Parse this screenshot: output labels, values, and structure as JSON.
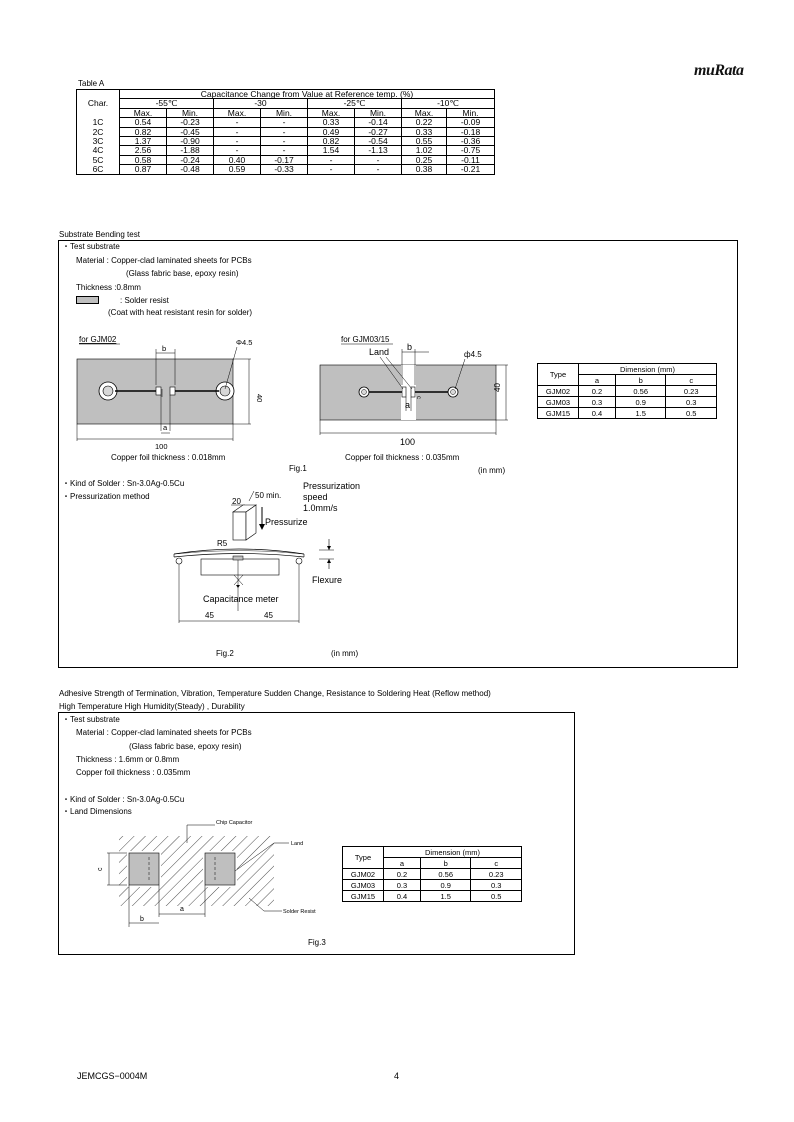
{
  "header": {
    "brand": "muRata"
  },
  "table_a": {
    "caption": "Table A",
    "group_header": "Capacitance Change from Value at Reference temp. (%)",
    "char_header": "Char.",
    "temps": [
      "-55℃",
      "-30",
      "-25℃",
      "-10℃"
    ],
    "subheaders": [
      "Max.",
      "Min.",
      "Max.",
      "Min.",
      "Max.",
      "Min.",
      "Max.",
      "Min."
    ],
    "rows": [
      {
        "char": "1C",
        "v": [
          "0.54",
          "-0.23",
          "-",
          "-",
          "0.33",
          "-0.14",
          "0.22",
          "-0.09"
        ]
      },
      {
        "char": "2C",
        "v": [
          "0.82",
          "-0.45",
          "-",
          "-",
          "0.49",
          "-0.27",
          "0.33",
          "-0.18"
        ]
      },
      {
        "char": "3C",
        "v": [
          "1.37",
          "-0.90",
          "-",
          "-",
          "0.82",
          "-0.54",
          "0.55",
          "-0.36"
        ]
      },
      {
        "char": "4C",
        "v": [
          "2.56",
          "-1.88",
          "-",
          "-",
          "1.54",
          "-1.13",
          "1.02",
          "-0.75"
        ]
      },
      {
        "char": "5C",
        "v": [
          "0.58",
          "-0.24",
          "0.40",
          "-0.17",
          "-",
          "-",
          "0.25",
          "-0.11"
        ]
      },
      {
        "char": "6C",
        "v": [
          "0.87",
          "-0.48",
          "0.59",
          "-0.33",
          "-",
          "-",
          "0.38",
          "-0.21"
        ]
      }
    ]
  },
  "bending": {
    "title": "Substrate Bending test",
    "test_substrate": "・Test substrate",
    "material": "Material    : Copper-clad laminated sheets for PCBs",
    "material_note": "(Glass fabric base, epoxy resin)",
    "thickness": "Thickness  :0.8mm",
    "solder_resist": ": Solder resist",
    "solder_resist_note": "(Coat with heat resistant resin for solder)",
    "fig_gjm02_title": "for GJM02",
    "fig_gjm03_title": "for GJM03/15",
    "land": "Land",
    "b": "b",
    "a": "a",
    "c": "c",
    "phi_left": "Φ4.5",
    "phi_right": "ф4.5",
    "dim_40": "40",
    "dim_100": "100",
    "copper_left": "Copper foil thickness  : 0.018mm",
    "copper_right": "Copper foil thickness  : 0.035mm",
    "fig1": "Fig.1",
    "in_mm": "(in mm)",
    "kind_solder": "・Kind of Solder  :  Sn-3.0Ag-0.5Cu",
    "press_method": "・Pressurization method",
    "fig2_speed_1": "Pressurization",
    "fig2_speed_2": "speed",
    "fig2_speed_3": "1.0mm/s",
    "fig2_20": "20",
    "fig2_50": "50 min.",
    "fig2_pressurize": "Pressurize",
    "fig2_r5": "R5",
    "fig2_flexure": "Flexure",
    "fig2_meter": "Capacitance meter",
    "fig2_45a": "45",
    "fig2_45b": "45",
    "fig2": "Fig.2",
    "fig2_in_mm": "(in mm)"
  },
  "dim_table": {
    "type": "Type",
    "dimension": "Dimension (mm)",
    "cols": [
      "a",
      "b",
      "c"
    ],
    "rows": [
      {
        "type": "GJM02",
        "v": [
          "0.2",
          "0.56",
          "0.23"
        ]
      },
      {
        "type": "GJM03",
        "v": [
          "0.3",
          "0.9",
          "0.3"
        ]
      },
      {
        "type": "GJM15",
        "v": [
          "0.4",
          "1.5",
          "0.5"
        ]
      }
    ]
  },
  "adhesive": {
    "title1": "Adhesive Strength of Termination, Vibration, Temperature Sudden Change, Resistance to Soldering Heat (Reflow method)",
    "title2": "High Temperature High Humidity(Steady) , Durability",
    "test_substrate": "・Test substrate",
    "material": "Material     :  Copper-clad laminated sheets for PCBs",
    "material_note": "(Glass fabric base, epoxy resin)",
    "thickness": "Thickness   : 1.6mm or 0.8mm",
    "copper": "Copper foil thickness  : 0.035mm",
    "kind_solder": "・Kind of Solder  :  Sn-3.0Ag-0.5Cu",
    "land_dims": "・Land Dimensions",
    "chip_capacitor": "Chip Capacitor",
    "land": "Land",
    "solder_resist": "Solder Resist",
    "a": "a",
    "b": "b",
    "c": "c",
    "fig3": "Fig.3"
  },
  "footer": {
    "doc_id": "JEMCGS−0004M",
    "page": "4"
  }
}
